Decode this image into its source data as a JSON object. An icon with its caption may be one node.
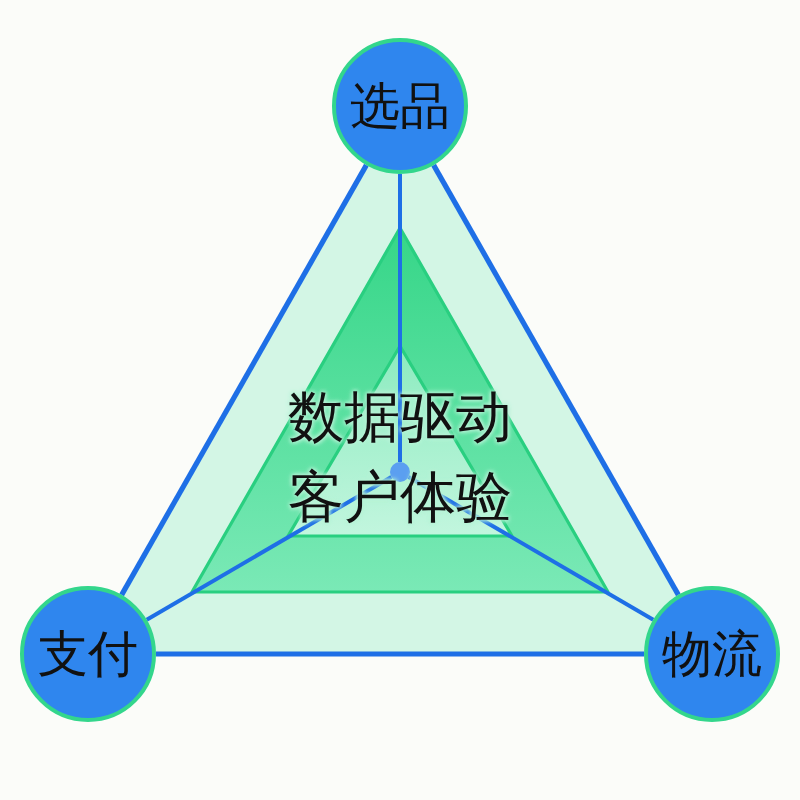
{
  "diagram": {
    "nodes": [
      {
        "text": [
          "选品"
        ]
      },
      {
        "text": [
          "支付"
        ]
      },
      {
        "text": [
          "物流"
        ]
      },
      {
        "text": [],
        "shape": "triangle"
      },
      {
        "text": [
          "数据驱动客户体验"
        ],
        "in": 3
      },
      {
        "text": [],
        "shape": "circle",
        "in": 4
      }
    ],
    "edges": [
      {
        "from": 0,
        "to": 1,
        "arrow": "none"
      },
      {
        "from": 1,
        "to": 2,
        "arrow": "none"
      },
      {
        "from": 2,
        "to": 0,
        "arrow": "none"
      },
      {
        "from": 0,
        "to": 5,
        "arrow": "none"
      },
      {
        "from": 1,
        "to": 5,
        "arrow": "none"
      },
      {
        "from": 2,
        "to": 5,
        "arrow": "none"
      }
    ]
  }
}
